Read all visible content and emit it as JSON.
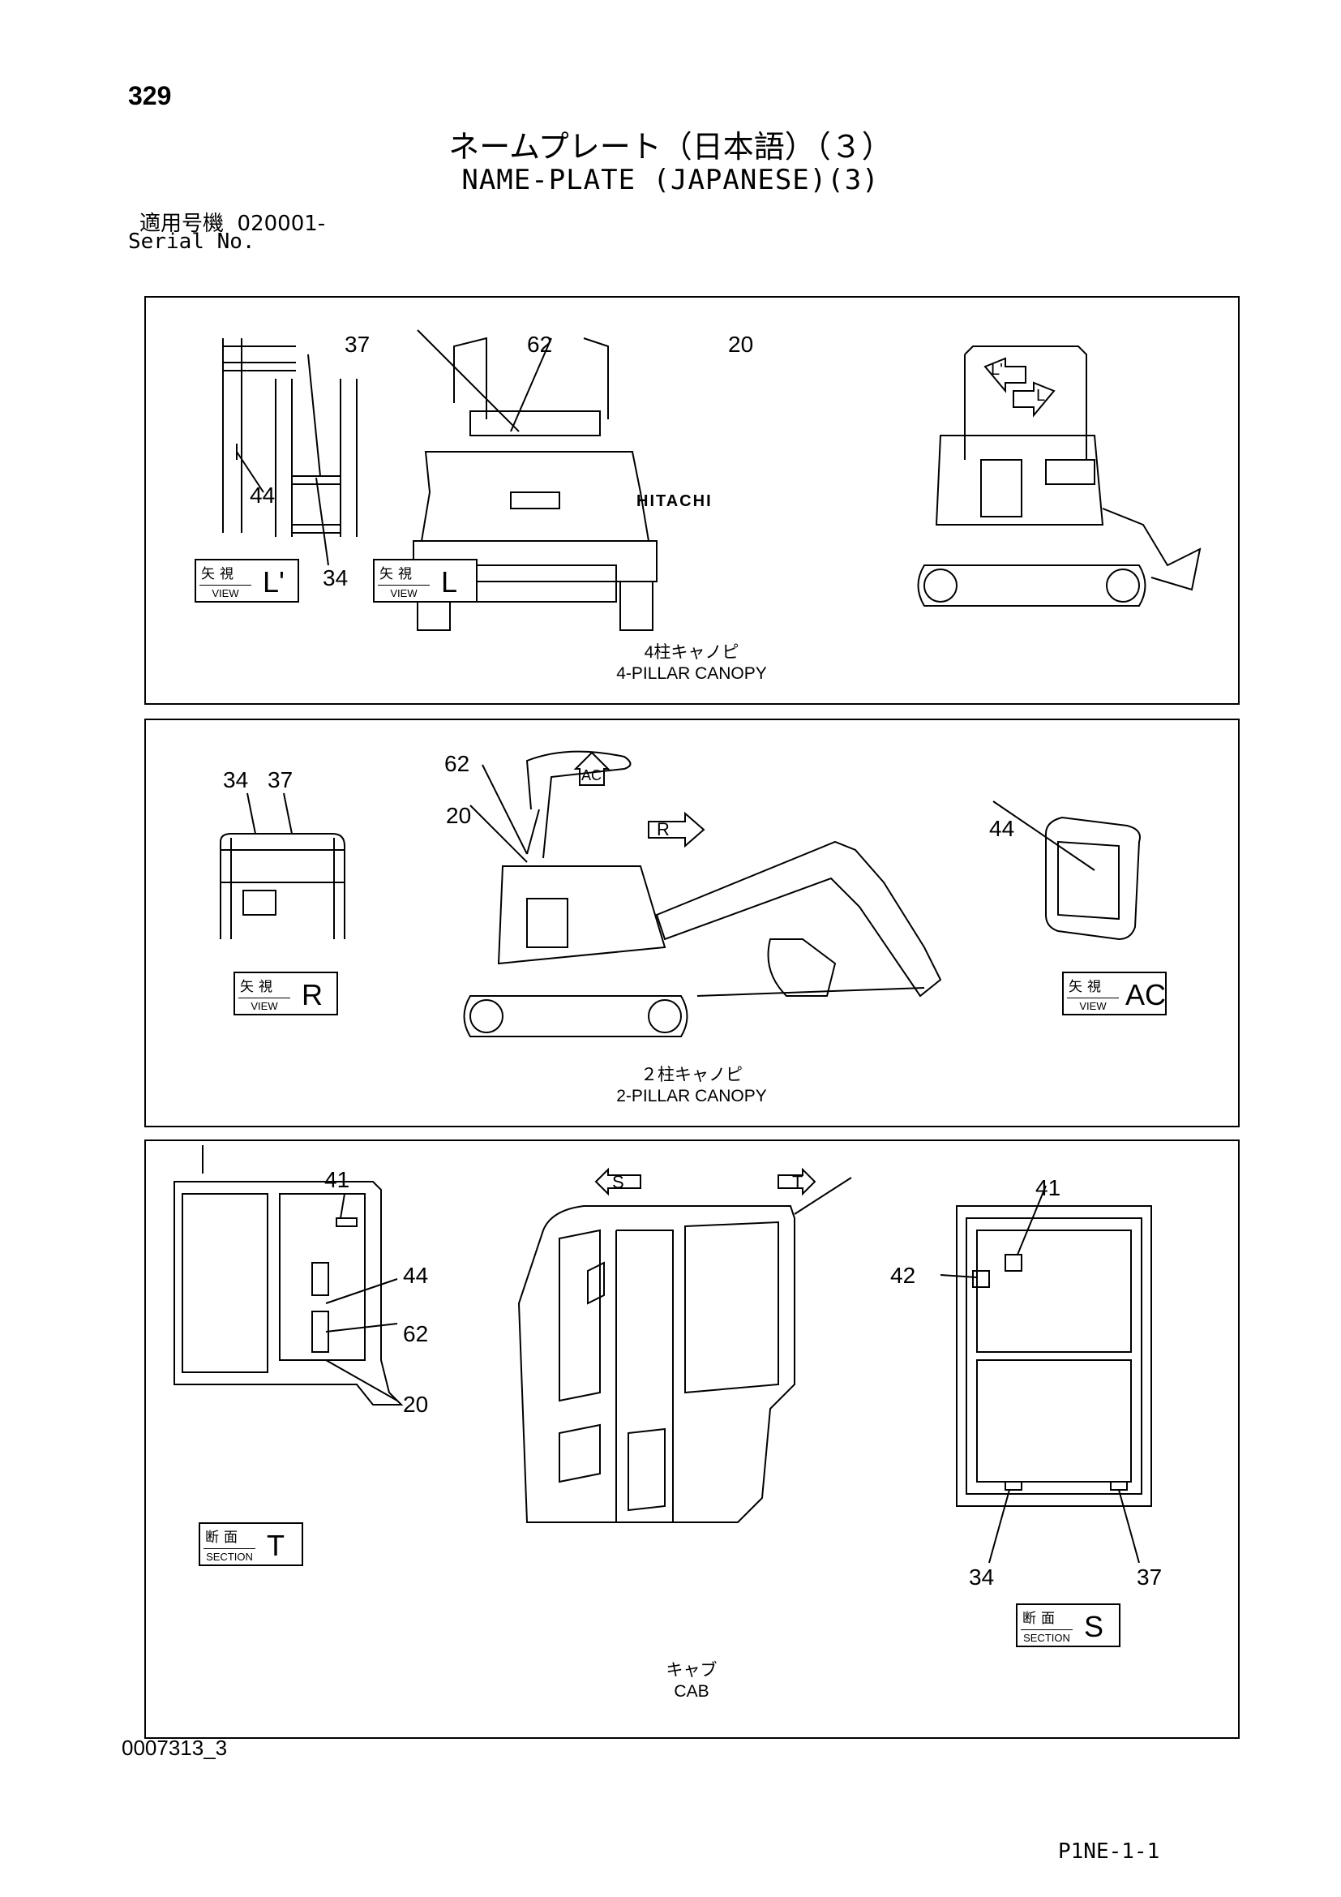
{
  "page_number": "329",
  "title_jp": "ネームプレート（日本語）（３）",
  "title_en": "NAME-PLATE (JAPANESE)(3)",
  "serial_label_jp": "適用号機",
  "serial_range": "020001-",
  "serial_label_en": "Serial No.",
  "document_id": "0007313_3",
  "page_code": "P1NE-1-1",
  "panels": {
    "four_pillar": {
      "caption_jp": "4柱キャノピ",
      "caption_en": "4-PILLAR CANOPY",
      "callouts": [
        "37",
        "44",
        "34",
        "62",
        "20"
      ],
      "views": [
        {
          "jp": "矢視",
          "en": "VIEW",
          "letter": "L'"
        },
        {
          "jp": "矢視",
          "en": "VIEW",
          "letter": "L"
        }
      ],
      "arrows": [
        "L'",
        "L"
      ],
      "brand": "HITACHI"
    },
    "two_pillar": {
      "caption_jp": "２柱キャノピ",
      "caption_en": "2-PILLAR CANOPY",
      "callouts": [
        "34",
        "37",
        "62",
        "20",
        "44"
      ],
      "views": [
        {
          "jp": "矢視",
          "en": "VIEW",
          "letter": "R"
        },
        {
          "jp": "矢視",
          "en": "VIEW",
          "letter": "AC"
        }
      ],
      "arrows": [
        "AC",
        "R"
      ]
    },
    "cab": {
      "caption_jp": "キャブ",
      "caption_en": "CAB",
      "callouts": [
        "41",
        "44",
        "62",
        "20",
        "41",
        "42",
        "34",
        "37"
      ],
      "sections": [
        {
          "jp": "断面",
          "en": "SECTION",
          "letter": "T"
        },
        {
          "jp": "断面",
          "en": "SECTION",
          "letter": "S"
        }
      ],
      "arrows": [
        "S",
        "T"
      ]
    }
  }
}
